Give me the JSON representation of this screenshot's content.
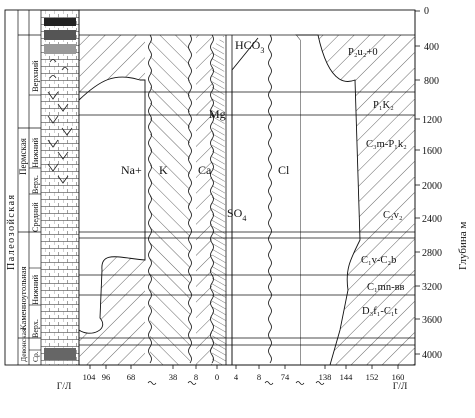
{
  "stratigraphy": {
    "eratheme": "Палеозойская",
    "systems": [
      "Пермская",
      "Каменноугольная",
      "Девонская"
    ],
    "series": [
      "Верхний",
      "Нижний",
      "Верх.",
      "Средний",
      "Нижний",
      "Верх.",
      "Ср."
    ]
  },
  "depth_axis": {
    "label": "Глубина м",
    "ticks": [
      "0",
      "400",
      "800",
      "1200",
      "1600",
      "2000",
      "2400",
      "2800",
      "3200",
      "3600",
      "4000"
    ]
  },
  "x_axis": {
    "unit_left": "Г/Л",
    "unit_right": "Г/Л",
    "ticks": [
      "104",
      "96",
      "68",
      "38",
      "8",
      "0",
      "4",
      "8",
      "74",
      "138",
      "144",
      "152",
      "160"
    ]
  },
  "components": {
    "hco3": "HCO",
    "hco3_sub": "3",
    "mg": "Mg",
    "na": "Na+",
    "k": "K",
    "ca": "Ca",
    "cl": "Cl",
    "so4": "SO",
    "so4_sub": "4"
  },
  "stratigraphic_indices": [
    "P₂u₂+0",
    "P₁K₂",
    "C₃m-P₁k₂",
    "C₂v₂",
    "C₁v-C₂b",
    "C₁mn-вв",
    "D₃f₁-C₁t"
  ],
  "colors": {
    "ink": "#111111",
    "hatch": "#555555",
    "background": "#ffffff"
  }
}
